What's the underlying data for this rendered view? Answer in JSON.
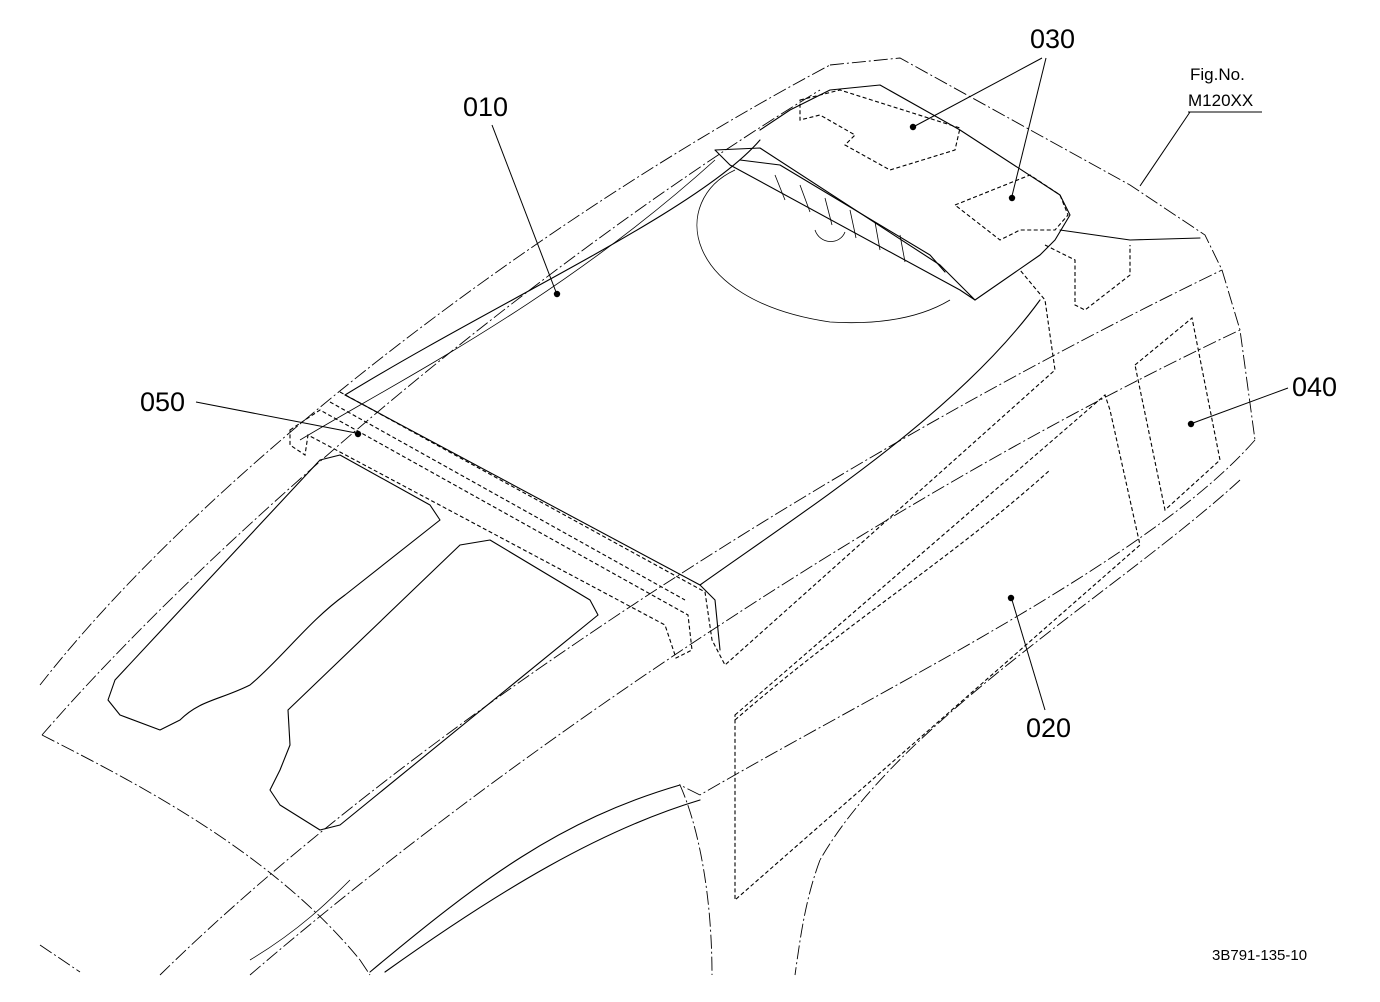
{
  "callouts": {
    "p010": "010",
    "p020": "020",
    "p030": "030",
    "p040": "040",
    "p050": "050"
  },
  "figure": {
    "fig_label": "Fig.No.",
    "fig_number": "M120XX",
    "drawing_code": "3B791-135-10"
  },
  "colors": {
    "line": "#000000",
    "background": "#ffffff"
  }
}
